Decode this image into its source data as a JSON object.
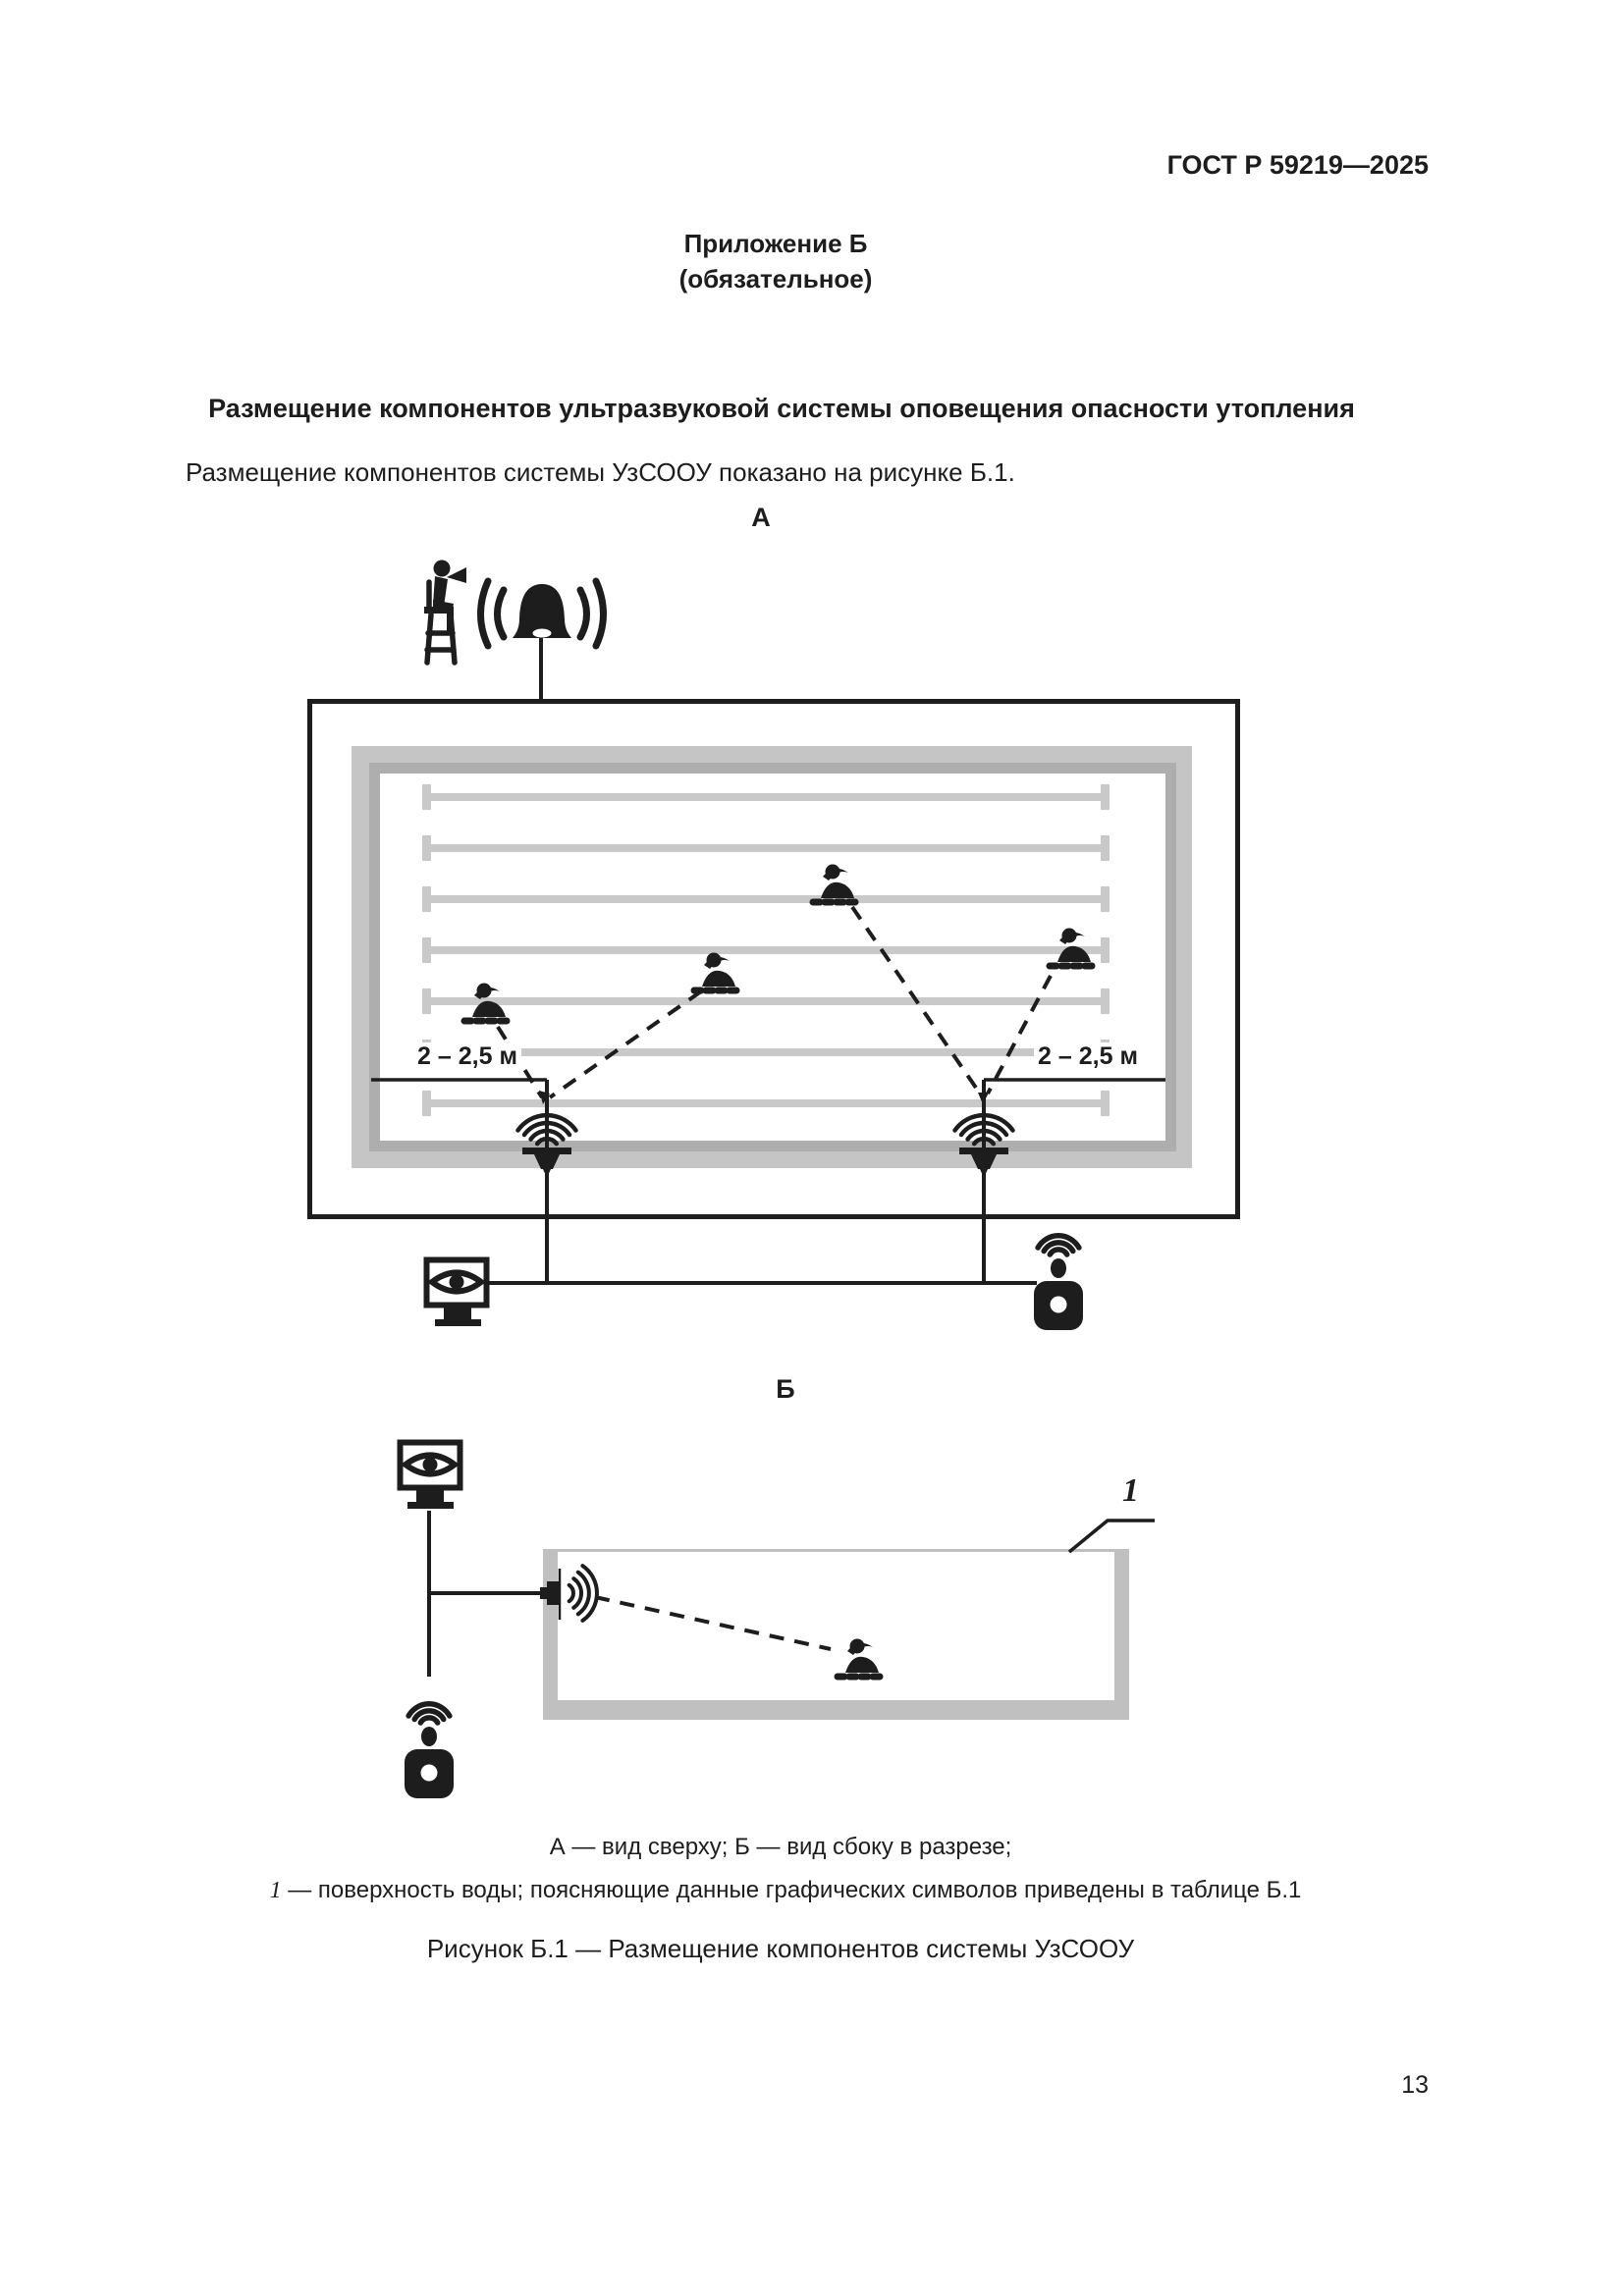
{
  "header": {
    "standard": "ГОСТ Р 59219—2025",
    "page_number": "13"
  },
  "annex": {
    "title": "Приложение Б",
    "type": "(обязательное)"
  },
  "content": {
    "heading": "Размещение компонентов ультразвуковой системы оповещения опасности утопления",
    "intro": "Размещение компонентов системы УзСООУ показано на рисунке Б.1."
  },
  "figure": {
    "view_top_label": "А",
    "view_side_label": "Б",
    "distance_left": "2 – 2,5 м",
    "distance_right": "2 – 2,5 м",
    "callout_water_surface": "1",
    "legend_views": "А — вид сверху; Б — вид сбоку в разрезе;",
    "legend_note_number": "1",
    "legend_note_text": " — поверхность воды; поясняющие данные графических символов приведены в таблице Б.1",
    "caption": "Рисунок Б.1 — Размещение компонентов системы УзСООУ"
  },
  "colors": {
    "ink": "#1d1d1d",
    "pool_deck": "#c5c5c5",
    "pool_wall": "#aeaeae",
    "lane": "#c9c9c9"
  }
}
